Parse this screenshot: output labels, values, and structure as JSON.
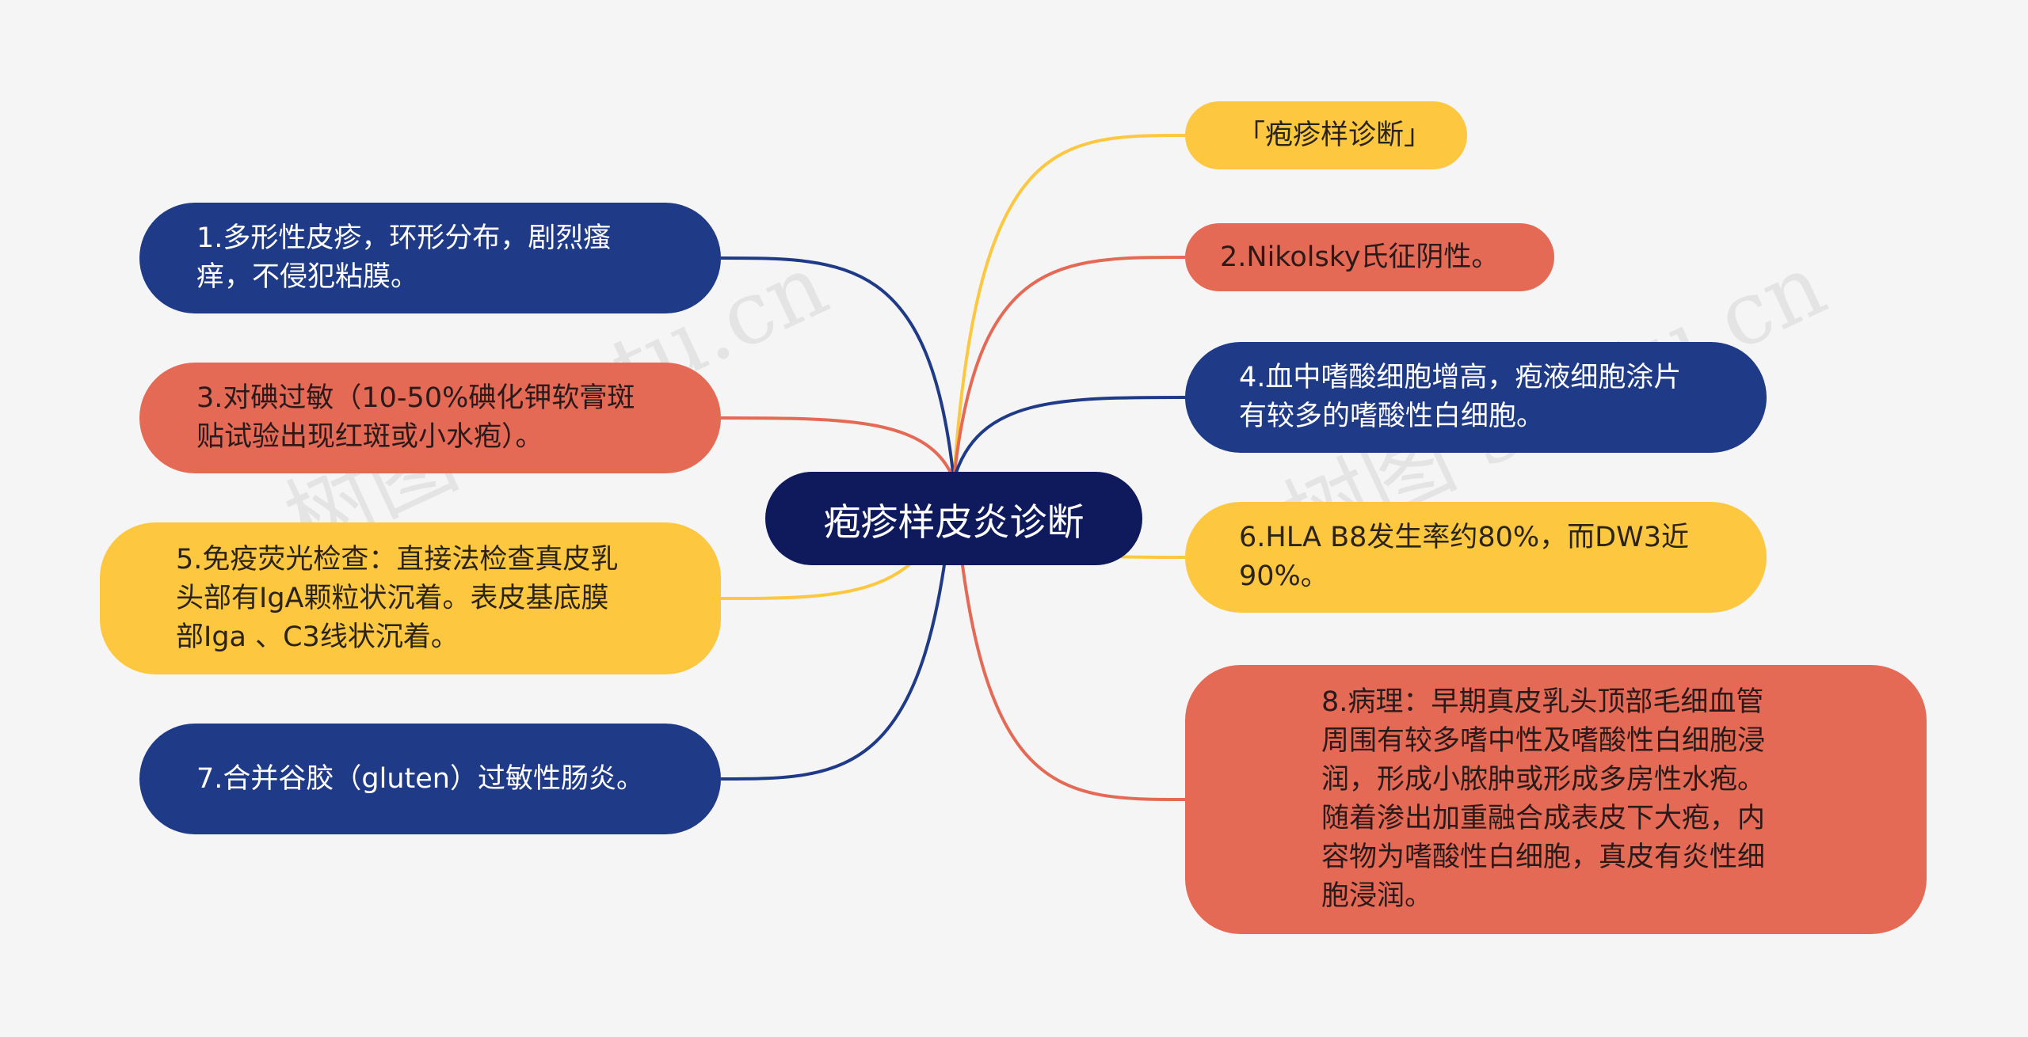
{
  "center": {
    "label": "疱疹样皮炎诊断",
    "color": "#0f1a5c"
  },
  "colors": {
    "blue": "#1f3a87",
    "red": "#e46a56",
    "yellow": "#fdc840"
  },
  "watermark": "树图 shutu.cn",
  "nodes": [
    {
      "id": "n-header",
      "side": "right",
      "color": "yellow",
      "text": "「疱疹样诊断」"
    },
    {
      "id": "n1",
      "side": "left",
      "color": "blue",
      "text": "1.多形性皮疹，环形分布，剧烈瘙痒，不侵犯粘膜。"
    },
    {
      "id": "n2",
      "side": "right",
      "color": "red",
      "text": "2.Nikolsky氏征阴性。"
    },
    {
      "id": "n3",
      "side": "left",
      "color": "red",
      "text": "3.对碘过敏（10-50%碘化钾软膏斑贴试验出现红斑或小水疱）。"
    },
    {
      "id": "n4",
      "side": "right",
      "color": "blue",
      "text": "4.血中嗜酸细胞增高，疱液细胞涂片有较多的嗜酸性白细胞。"
    },
    {
      "id": "n5",
      "side": "left",
      "color": "yellow",
      "text": "5.免疫荧光检查：直接法检查真皮乳头部有IgA颗粒状沉着。表皮基底膜部Iga 、C3线状沉着。"
    },
    {
      "id": "n6",
      "side": "right",
      "color": "yellow",
      "text": "6.HLA B8发生率约80%，而DW3近90%。"
    },
    {
      "id": "n7",
      "side": "left",
      "color": "blue",
      "text": "7.合并谷胶（gluten）过敏性肠炎。"
    },
    {
      "id": "n8",
      "side": "right",
      "color": "red",
      "text": "8.病理：早期真皮乳头顶部毛细血管周围有较多嗜中性及嗜酸性白细胞浸润，形成小脓肿或形成多房性水疱。随着渗出加重融合成表皮下大疱，内容物为嗜酸性白细胞，真皮有炎性细胞浸润。"
    }
  ]
}
